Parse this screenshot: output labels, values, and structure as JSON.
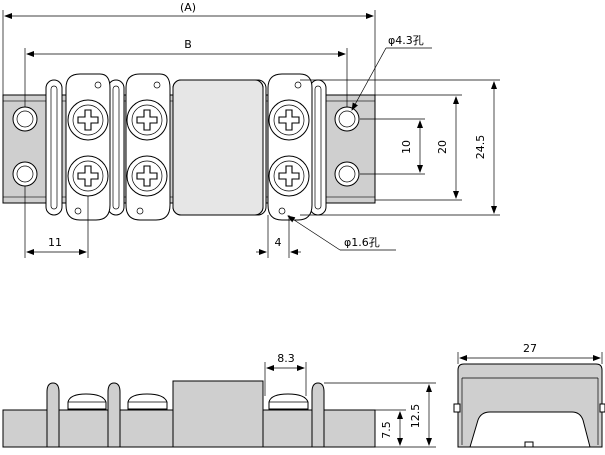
{
  "dimensions": {
    "overall": "(A)",
    "pitch_span": "B",
    "mount_hole": "φ4.3孔",
    "hole_spacing": "10",
    "width_20": "20",
    "width_245": "24.5",
    "end_11": "11",
    "end_4": "4",
    "small_hole": "φ1.6孔",
    "terminal_width": "8.3",
    "height_125": "12.5",
    "height_75": "7.5",
    "depth_27": "27"
  },
  "colors": {
    "line": "#000000",
    "body": "#cfcfcf",
    "paper": "#ffffff"
  }
}
